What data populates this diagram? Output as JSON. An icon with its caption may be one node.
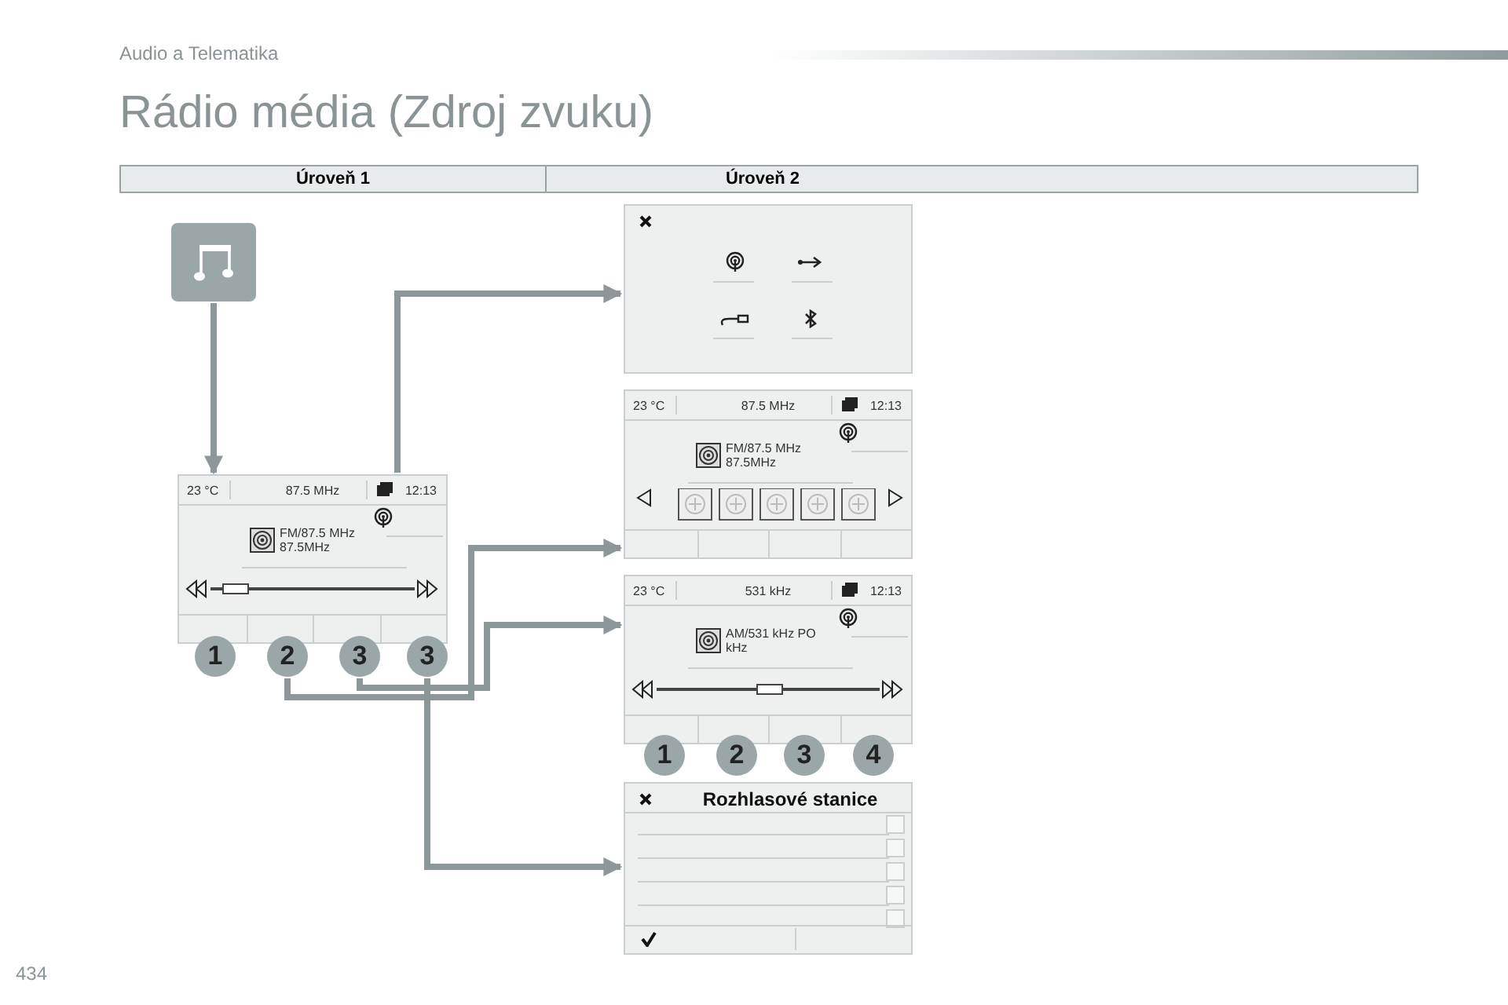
{
  "diagram": {
    "title": "Rádio média (Zdroj zvuku)",
    "nodes": [
      {
        "text": [],
        "shape": "box"
      },
      {
        "text": [
          "23 °C",
          "87.5 MHz",
          "12:13",
          "FM/87.5 MHz 87.5MHz"
        ]
      },
      {
        "text": [
          "1"
        ]
      },
      {
        "text": [
          "2"
        ]
      },
      {
        "text": [
          "3"
        ]
      },
      {
        "text": [
          "3"
        ]
      },
      {
        "text": [],
        "shape": "box"
      },
      {
        "text": [
          "23 °C",
          "87.5 MHz",
          "12:13",
          "FM/87.5 MHz 87.5MHz"
        ]
      },
      {
        "text": [
          "23 °C",
          "531 kHz",
          "12:13",
          "AM/531 kHz PO kHz"
        ]
      },
      {
        "text": [
          "1"
        ]
      },
      {
        "text": [
          "2"
        ]
      },
      {
        "text": [
          "3"
        ]
      },
      {
        "text": [
          "4"
        ]
      },
      {
        "text": [
          "Rozhlasové stanice"
        ]
      }
    ],
    "edges": [
      {
        "from": 0,
        "to": 1,
        "arrow": "to"
      },
      {
        "from": 1,
        "to": 6,
        "arrow": "to"
      },
      {
        "from": 3,
        "to": 7,
        "arrow": "to"
      },
      {
        "from": 4,
        "to": 8,
        "arrow": "to"
      },
      {
        "from": 5,
        "to": 13,
        "arrow": "to"
      }
    ],
    "labels": [
      "Audio a Telematika",
      "Úroveň 1",
      "Úroveň 2",
      "434"
    ]
  }
}
